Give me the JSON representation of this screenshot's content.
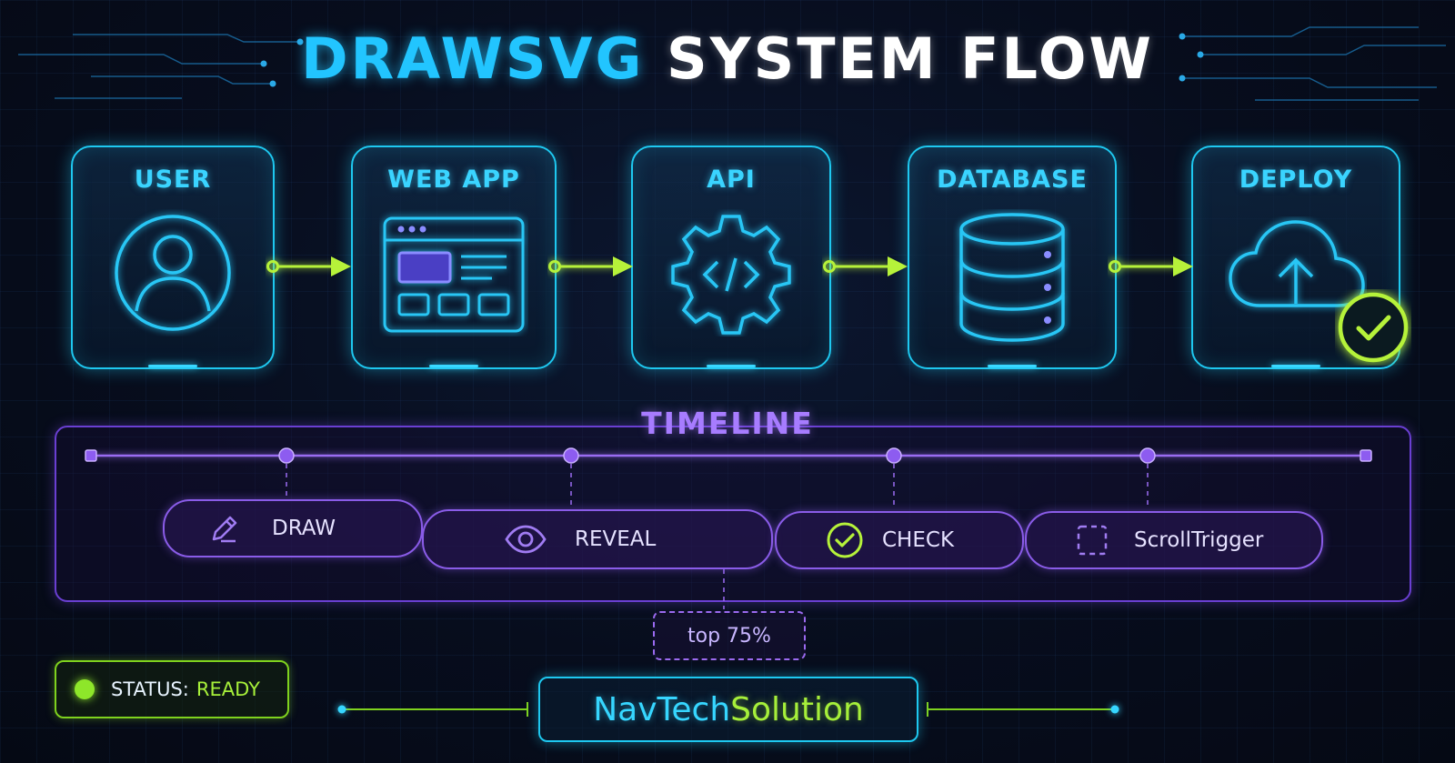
{
  "title": {
    "part1": "DRAWSVG",
    "part2": "SYSTEM FLOW"
  },
  "flow": [
    {
      "label": "USER",
      "icon": "user-icon"
    },
    {
      "label": "WEB APP",
      "icon": "browser-window-icon"
    },
    {
      "label": "API",
      "icon": "code-gear-icon"
    },
    {
      "label": "DATABASE",
      "icon": "database-icon"
    },
    {
      "label": "DEPLOY",
      "icon": "cloud-upload-icon",
      "badge": "check-circle-icon"
    }
  ],
  "timeline": {
    "title": "TIMELINE",
    "steps": [
      {
        "label": "DRAW",
        "icon": "pencil-icon"
      },
      {
        "label": "REVEAL",
        "icon": "eye-icon"
      },
      {
        "label": "CHECK",
        "icon": "check-circle-icon"
      },
      {
        "label": "ScrollTrigger",
        "icon": "dashed-square-icon"
      }
    ],
    "trigger": "top 75%"
  },
  "status": {
    "label": "STATUS:",
    "value": "READY"
  },
  "brand": {
    "part1": "NavTech",
    "part2": "Solution"
  },
  "colors": {
    "cyan": "#1ec8f0",
    "lime": "#a6ef3a",
    "purple": "#8a5ce8",
    "background": "#070d1d"
  }
}
